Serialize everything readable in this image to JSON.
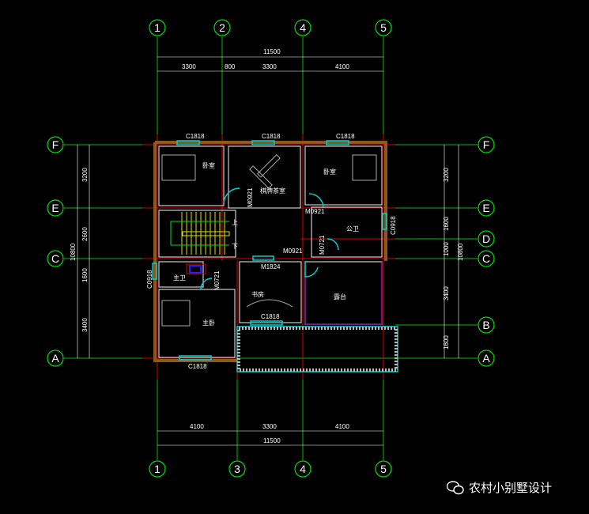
{
  "axes": {
    "vertical_top": [
      "1",
      "2",
      "4",
      "5"
    ],
    "vertical_bottom": [
      "1",
      "3",
      "4",
      "5"
    ],
    "horizontal_left": [
      "F",
      "E",
      "C",
      "A"
    ],
    "horizontal_right": [
      "F",
      "E",
      "D",
      "C",
      "B",
      "A"
    ]
  },
  "dimensions": {
    "top_total": "11500",
    "top_segments": [
      "3300",
      "800",
      "3300",
      "4100"
    ],
    "bottom_total": "11500",
    "bottom_segments": [
      "4100",
      "3300",
      "4100"
    ],
    "left_total": "10800",
    "left_segments": [
      "3200",
      "2600",
      "1600",
      "3400"
    ],
    "right_total": "10800",
    "right_segments": [
      "3200",
      "1600",
      "1000",
      "3400",
      "1600"
    ]
  },
  "rooms": {
    "bedroom_left": "卧室",
    "tea_room": "棋牌茶室",
    "bedroom_right": "卧室",
    "public_bath": "公卫",
    "master_bath": "主卫",
    "master_bedroom": "主卧",
    "study": "书房",
    "terrace": "露台",
    "stair_up": "上",
    "stair_down": "下"
  },
  "openings": {
    "w_top_left": "C1818",
    "w_top_mid": "C1818",
    "w_top_right": "C1818",
    "d_tea": "M0921",
    "d_bed_right": "M0921",
    "w_public_bath": "C0918",
    "d_public_bath": "M0721",
    "d_hall": "M0921",
    "d_study": "M1824",
    "w_master_bath": "C0918",
    "d_master_bath": "M0721",
    "w_study": "C1818",
    "w_master_bed": "C1818"
  },
  "watermark": {
    "text": "农村小别墅设计",
    "icon": "wechat-icon"
  }
}
